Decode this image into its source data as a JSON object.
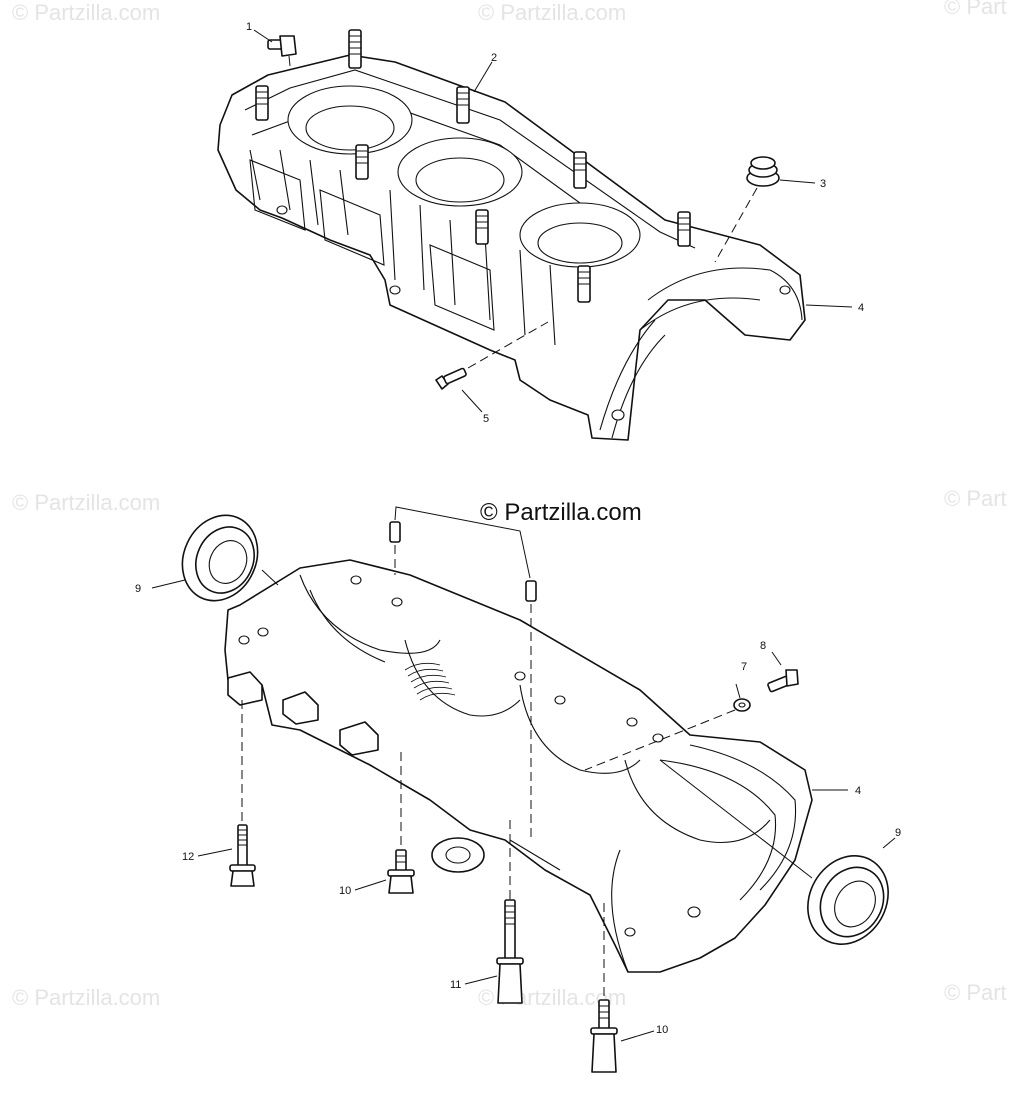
{
  "watermark": {
    "text": "© Partzilla.com",
    "edge_text": "© Part",
    "center_text": "© Partzilla.com",
    "color": "#e4e4e4"
  },
  "callouts": {
    "c1": "1",
    "c2": "2",
    "c3": "3",
    "c4_upper": "4",
    "c5": "5",
    "c4_lower": "4",
    "c7": "7",
    "c8": "8",
    "c9_left": "9",
    "c9_right": "9",
    "c10_a": "10",
    "c10_b": "10",
    "c11": "11",
    "c12": "12"
  }
}
